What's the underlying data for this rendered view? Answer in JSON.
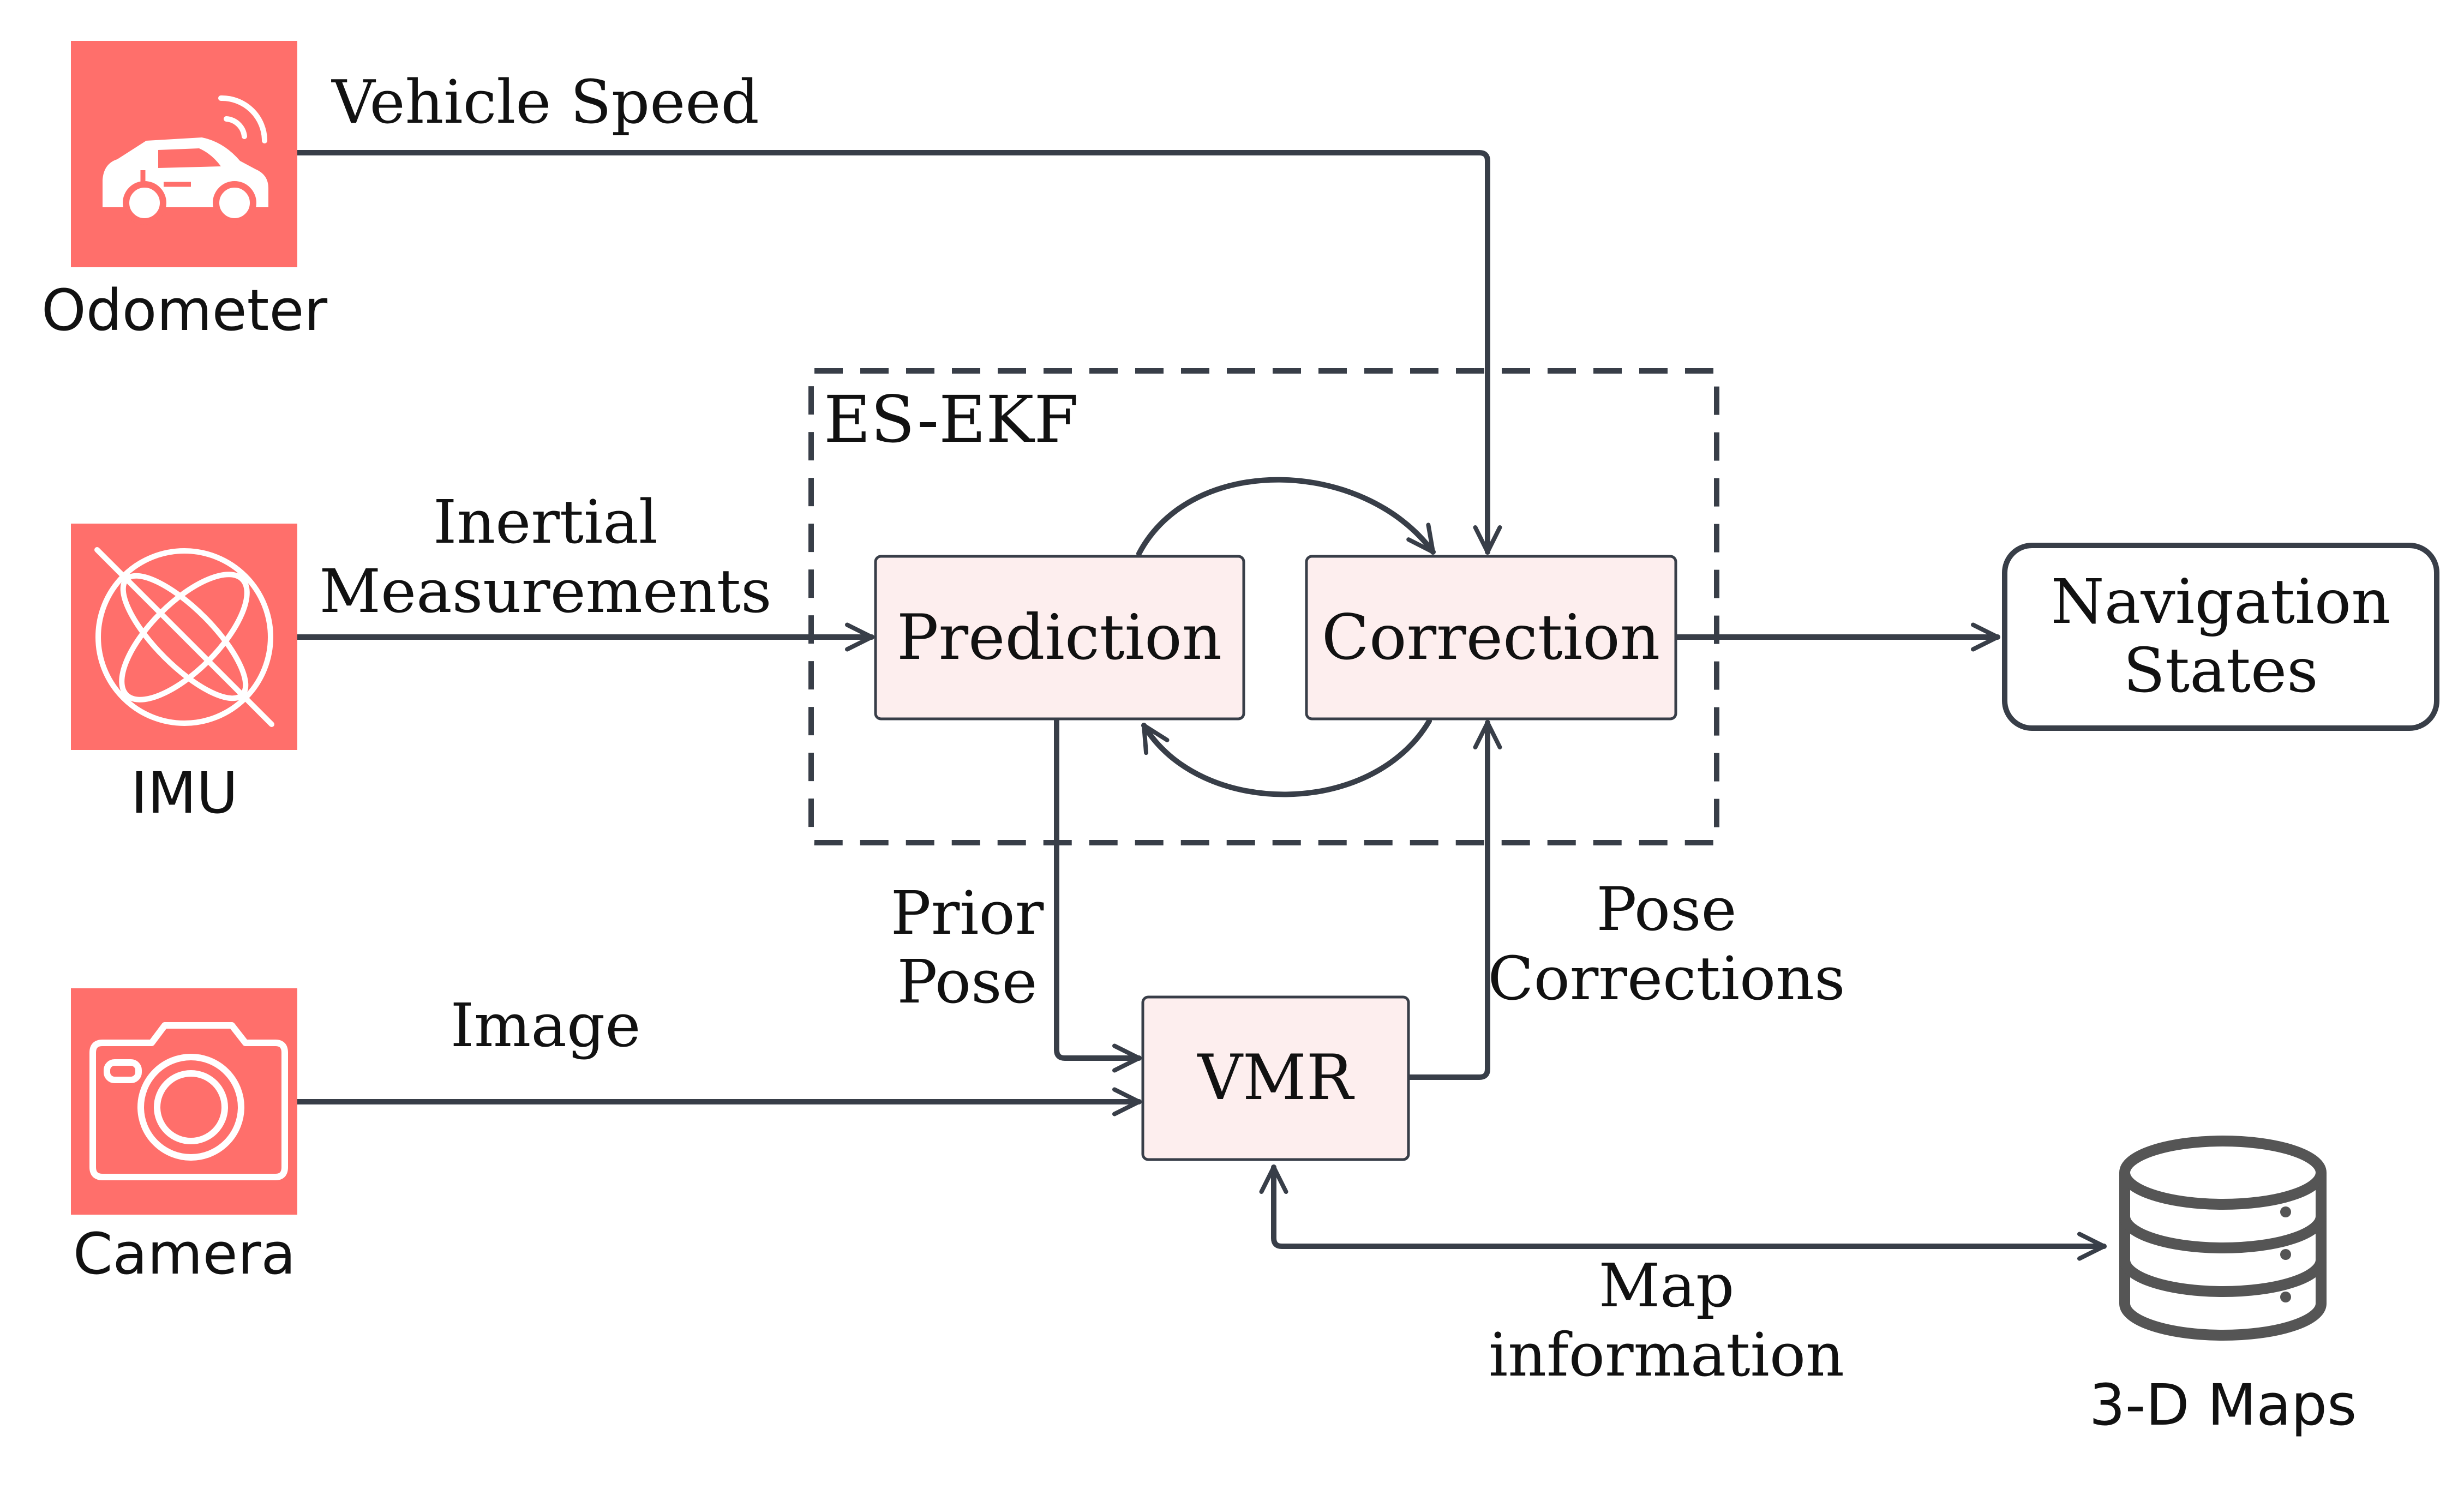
{
  "sensors": {
    "odometer": {
      "label": "Odometer",
      "icon": "car-icon"
    },
    "imu": {
      "label": "IMU",
      "icon": "gyroscope-icon"
    },
    "camera": {
      "label": "Camera",
      "icon": "camera-icon"
    }
  },
  "edges": {
    "vehicle_speed": "Vehicle Speed",
    "inertial_line1": "Inertial",
    "inertial_line2": "Measurements",
    "image": "Image",
    "prior_line1": "Prior",
    "prior_line2": "Pose",
    "pose_line1": "Pose",
    "pose_line2": "Corrections",
    "map_line1": "Map",
    "map_line2": "information"
  },
  "filter": {
    "title": "ES-EKF",
    "prediction": "Prediction",
    "correction": "Correction"
  },
  "vmr": "VMR",
  "output": {
    "line1": "Navigation",
    "line2": "States"
  },
  "maps": {
    "label": "3-D Maps",
    "icon": "database-icon"
  },
  "colors": {
    "sensor_fill": "#FF6F6B",
    "process_fill": "#FDEEEE",
    "stroke": "#383E48",
    "text": "#111111"
  }
}
